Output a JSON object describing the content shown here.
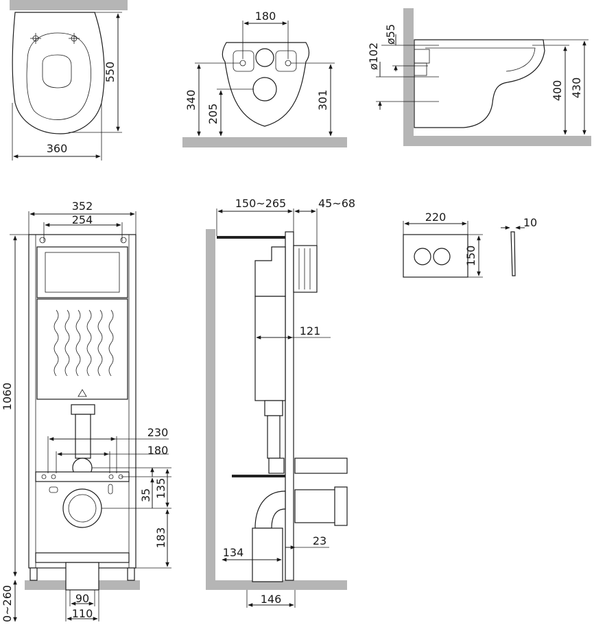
{
  "dimensions": {
    "bowl_top_depth": "550",
    "bowl_top_width": "360",
    "rear_bolt_spacing": "180",
    "rear_upper_height": "340",
    "rear_mid_height": "205",
    "rear_outlet_height": "301",
    "side_inlet_dia": "ø55",
    "side_outlet_dia": "ø102",
    "side_rim_height": "400",
    "side_total_height": "430",
    "frame_width": "352",
    "frame_inner_width": "254",
    "frame_height": "1060",
    "frame_leg_adjust": "0~260",
    "frame_bolt_outer": "230",
    "frame_bolt_inner": "180",
    "frame_bolt_offset": "35",
    "frame_bolt_height": "135",
    "frame_outlet_height": "183",
    "frame_pipe_inner": "90",
    "frame_pipe_outer": "110",
    "section_depth_range": "150~265",
    "section_box_range": "45~68",
    "section_tank_depth": "121",
    "section_outlet_offset": "134",
    "section_gap": "23",
    "section_base_width": "146",
    "button_width": "220",
    "button_height": "150",
    "button_thickness": "10"
  },
  "colors": {
    "line": "#1a1a1a",
    "wall": "#b5b5b5",
    "background": "#ffffff"
  }
}
